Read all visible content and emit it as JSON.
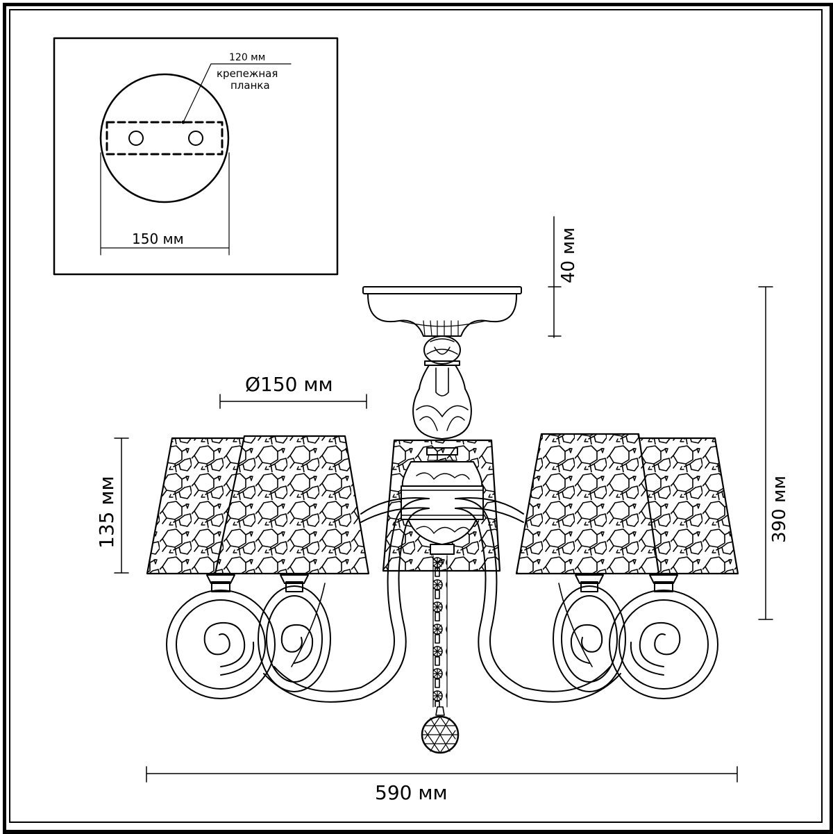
{
  "drawing": {
    "title": "Chandelier dimension drawing",
    "line_color": "#000000",
    "background_color": "#ffffff"
  },
  "inset": {
    "mount_plate_length": "120 мм",
    "mount_plate_label_line1": "крепежная",
    "mount_plate_label_line2": "планка",
    "canopy_diameter": "150 мм"
  },
  "dimensions": {
    "canopy_height": "40 мм",
    "shade_diameter": "Ø150 мм",
    "shade_height": "135 мм",
    "total_height": "390 мм",
    "total_width": "590 мм"
  },
  "fixture": {
    "arm_count": 5,
    "shade_pattern": "hexagonal lattice"
  }
}
